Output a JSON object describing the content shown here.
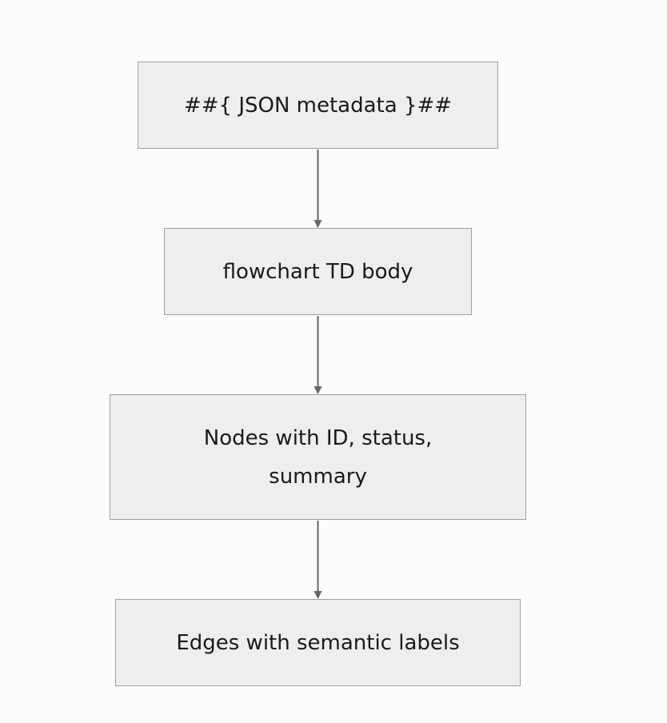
{
  "diagram": {
    "type": "flowchart",
    "direction": "TD",
    "colors": {
      "background": "#fcfcfa",
      "node_fill": "#eeeeee",
      "node_border": "#9e9e9e",
      "edge": "#666666",
      "text": "#1a1a1a"
    },
    "nodes": [
      {
        "id": "n1",
        "label": "##{ JSON metadata }##"
      },
      {
        "id": "n2",
        "label": "flowchart TD body"
      },
      {
        "id": "n3",
        "label": "Nodes with ID, status, summary"
      },
      {
        "id": "n4",
        "label": "Edges with semantic labels"
      }
    ],
    "edges": [
      {
        "from": "n1",
        "to": "n2"
      },
      {
        "from": "n2",
        "to": "n3"
      },
      {
        "from": "n3",
        "to": "n4"
      }
    ]
  }
}
